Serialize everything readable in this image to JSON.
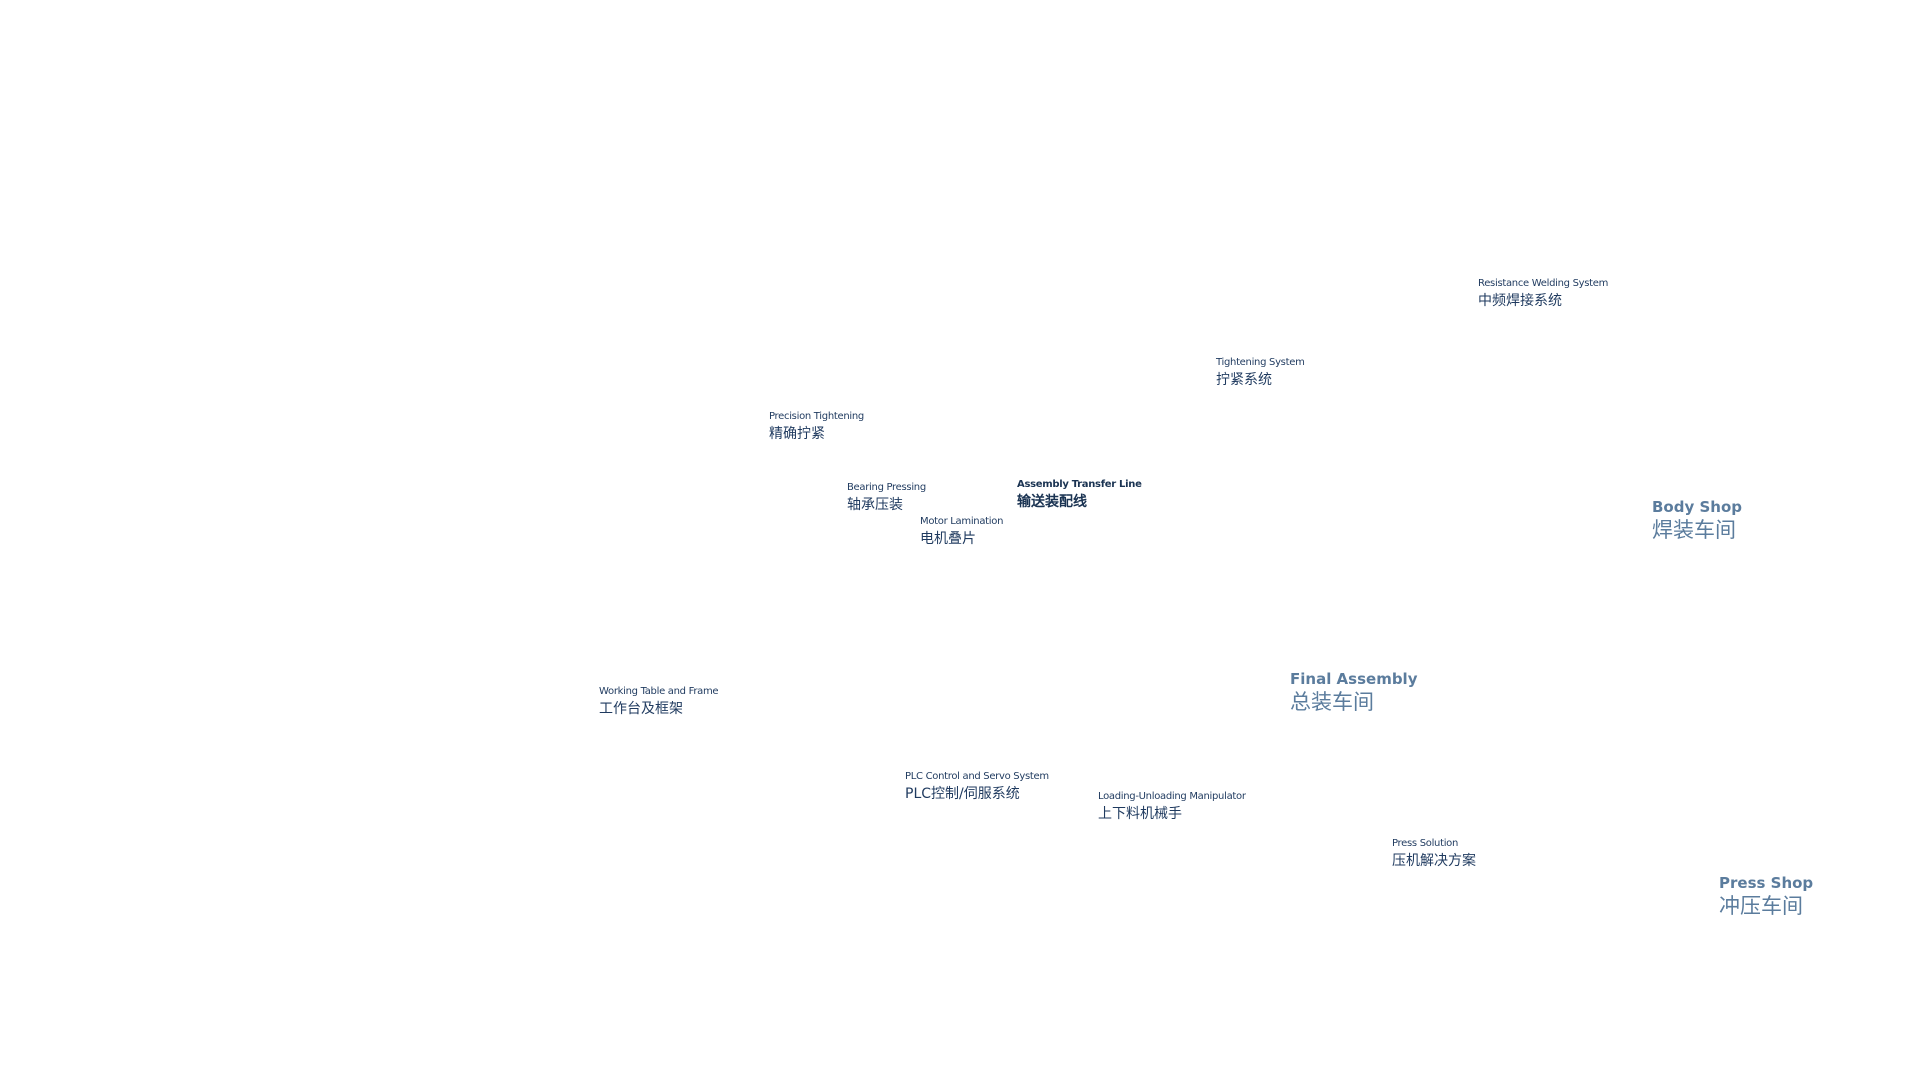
{
  "products": {
    "resistance_welding": {
      "en": "Resistance Welding System",
      "zh": "中频焊接系统"
    },
    "tightening_system": {
      "en": "Tightening System",
      "zh": "拧紧系统"
    },
    "precision_tightening": {
      "en": "Precision Tightening",
      "zh": "精确拧紧"
    },
    "bearing_pressing": {
      "en": "Bearing Pressing",
      "zh": "轴承压装"
    },
    "assembly_transfer_line": {
      "en": "Assembly Transfer Line",
      "zh": "输送装配线"
    },
    "motor_lamination": {
      "en": "Motor Lamination",
      "zh": "电机叠片"
    },
    "working_table": {
      "en": "Working Table and Frame",
      "zh": "工作台及框架"
    },
    "plc_control": {
      "en": "PLC Control and Servo System",
      "zh": "PLC控制/伺服系统"
    },
    "loading_manipulator": {
      "en": "Loading-Unloading Manipulator",
      "zh": "上下料机械手"
    },
    "press_solution": {
      "en": "Press Solution",
      "zh": "压机解决方案"
    }
  },
  "sections": {
    "body_shop": {
      "en": "Body Shop",
      "zh": "焊装车间"
    },
    "final_assembly": {
      "en": "Final Assembly",
      "zh": "总装车间"
    },
    "press_shop": {
      "en": "Press Shop",
      "zh": "冲压车间"
    }
  },
  "colors": {
    "product_text": "#1f3a5f",
    "section_text": "#5b7c9d",
    "background": "#ffffff"
  }
}
